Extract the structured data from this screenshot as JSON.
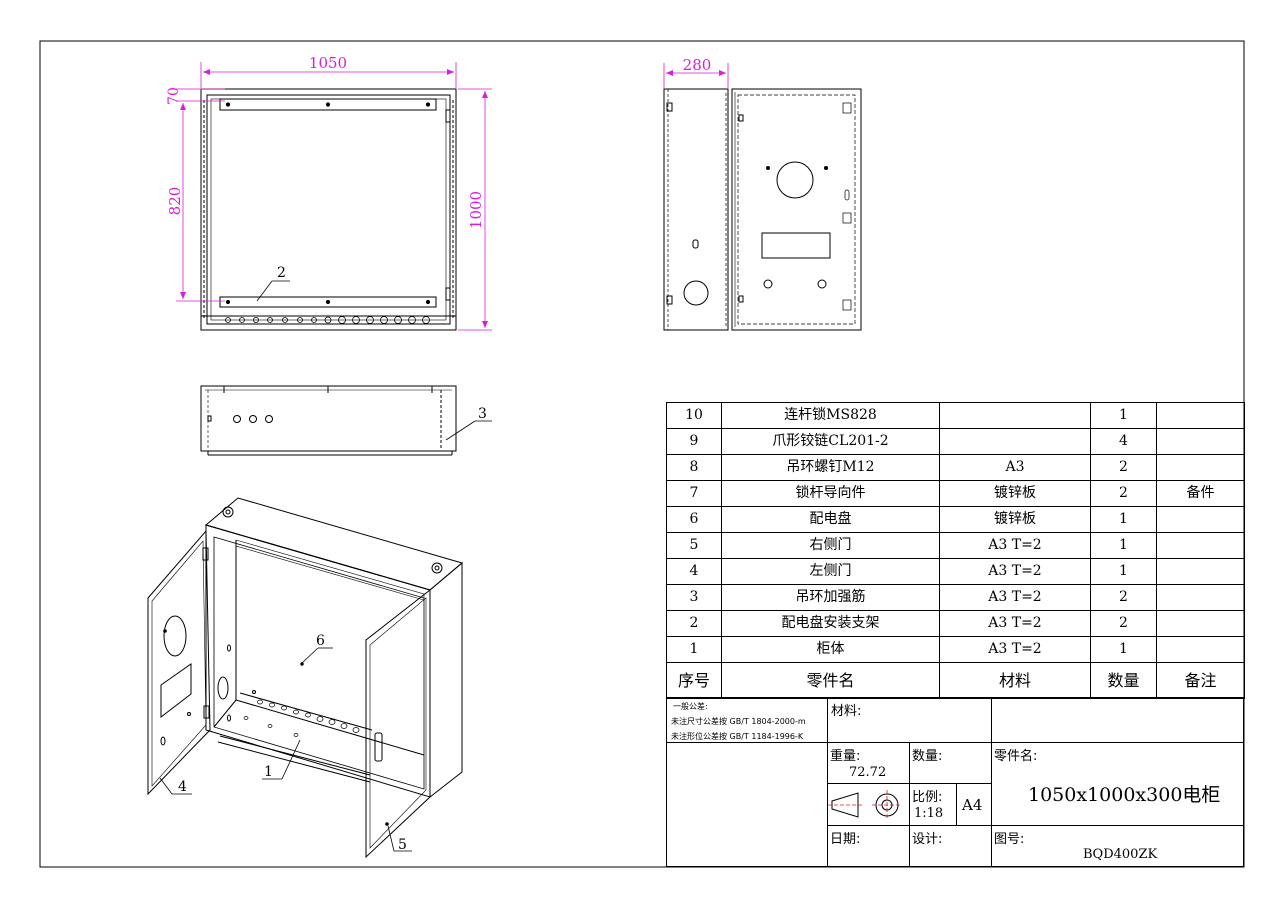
{
  "dimensions": {
    "front_width": "1050",
    "top_offset": "70",
    "rail_spacing": "820",
    "height": "1000",
    "depth": "280"
  },
  "callouts": {
    "c1": "1",
    "c2": "2",
    "c3": "3",
    "c4": "4",
    "c5": "5",
    "c6": "6"
  },
  "bom": {
    "rows": [
      {
        "no": "10",
        "part": "连杆锁MS828",
        "material": "",
        "qty": "1",
        "note": ""
      },
      {
        "no": "9",
        "part": "爪形铰链CL201-2",
        "material": "",
        "qty": "4",
        "note": ""
      },
      {
        "no": "8",
        "part": "吊环螺钉M12",
        "material": "A3",
        "qty": "2",
        "note": ""
      },
      {
        "no": "7",
        "part": "锁杆导向件",
        "material": "镀锌板",
        "qty": "2",
        "note": "备件"
      },
      {
        "no": "6",
        "part": "配电盘",
        "material": "镀锌板",
        "qty": "1",
        "note": ""
      },
      {
        "no": "5",
        "part": "右侧门",
        "material": "A3 T=2",
        "qty": "1",
        "note": ""
      },
      {
        "no": "4",
        "part": "左侧门",
        "material": "A3 T=2",
        "qty": "1",
        "note": ""
      },
      {
        "no": "3",
        "part": "吊环加强筋",
        "material": "A3 T=2",
        "qty": "2",
        "note": ""
      },
      {
        "no": "2",
        "part": "配电盘安装支架",
        "material": "A3 T=2",
        "qty": "2",
        "note": ""
      },
      {
        "no": "1",
        "part": "柜体",
        "material": "A3 T=2",
        "qty": "1",
        "note": ""
      }
    ],
    "header": {
      "no": "序号",
      "part": "零件名",
      "material": "材料",
      "qty": "数量",
      "note": "备注"
    }
  },
  "title_block": {
    "tolerance_title": "一般公差:",
    "tolerance_line1": "未注尺寸公差按 GB/T 1804-2000-m",
    "tolerance_line2": "未注形位公差按 GB/T 1184-1996-K",
    "material_label": "材料:",
    "weight_label": "重量:",
    "weight_value": "72.72",
    "quantity_label": "数量:",
    "part_name_label": "零件名:",
    "part_name_value": "1050x1000x300电柜",
    "scale_label": "比例:",
    "scale_value": "1:18",
    "paper_size": "A4",
    "date_label": "日期:",
    "design_label": "设计:",
    "drawing_no_label": "图号:",
    "drawing_no_value": "BQD400ZK"
  }
}
